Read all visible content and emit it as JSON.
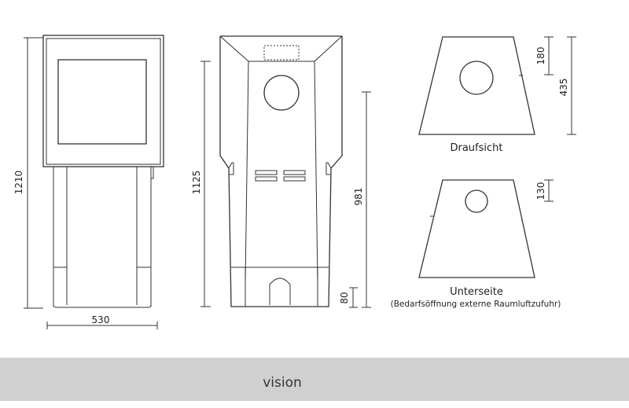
{
  "dimensions": {
    "height_total": "1210",
    "width": "530",
    "height_side": "1125",
    "height_inner": "981",
    "offset_bottom": "80",
    "top_offset": "180",
    "top_depth": "435",
    "bottom_offset": "130"
  },
  "labels": {
    "top_view": "Draufsicht",
    "bottom_view": "Unterseite",
    "bottom_note": "(Bedarfsöffnung externe Raumluftzufuhr)"
  },
  "footer": {
    "model": "vision"
  },
  "colors": {
    "line": "#333333",
    "footer_bg": "#d0d0d0"
  }
}
